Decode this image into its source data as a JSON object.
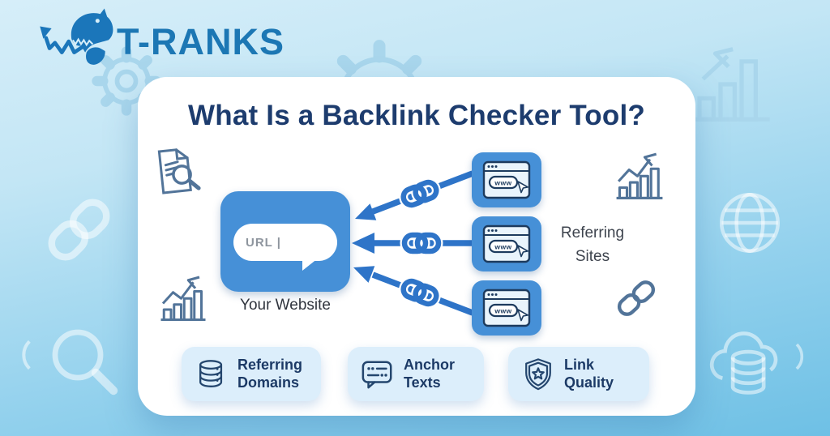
{
  "brand": {
    "name": "T-RANKS",
    "logo_icon": "trex-trend-arrow-icon"
  },
  "card": {
    "title": "What Is a Backlink Checker Tool?"
  },
  "diagram": {
    "your_website": {
      "url_text": "URL |",
      "caption": "Your Website"
    },
    "referring_sites": {
      "caption": "Referring Sites",
      "site_count": 3,
      "browser_label": "www"
    }
  },
  "features": [
    {
      "icon": "database-icon",
      "label": "Referring Domains"
    },
    {
      "icon": "chat-bubble-icon",
      "label": "Anchor Texts"
    },
    {
      "icon": "shield-star-icon",
      "label": "Link Quality"
    }
  ],
  "colors": {
    "background_top": "#d6eef9",
    "background_bottom": "#6ec0e5",
    "card": "#ffffff",
    "title_navy": "#1d3c6e",
    "brand_blue": "#1c77b4",
    "diagram_blue": "#4690d7",
    "arrow_blue": "#2e74c8",
    "badge_bg": "#dceefb",
    "icon_navy": "#24466e"
  }
}
